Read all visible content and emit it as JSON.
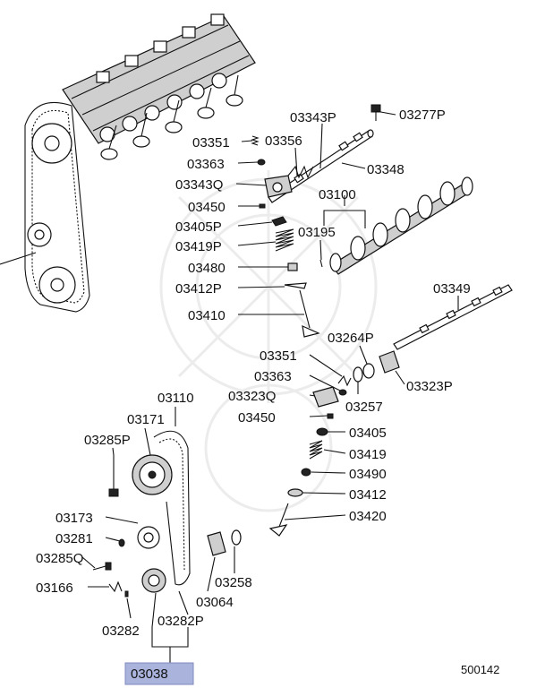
{
  "labels": {
    "l03343P": "03343P",
    "l03277P": "03277P",
    "l03351a": "03351",
    "l03356": "03356",
    "l03363a": "03363",
    "l03348": "03348",
    "l03343Q": "03343Q",
    "l03450a": "03450",
    "l03100": "03100",
    "l03405P": "03405P",
    "l03195": "03195",
    "l03419P": "03419P",
    "l03480": "03480",
    "l03412P": "03412P",
    "l03349": "03349",
    "l03410": "03410",
    "l03264P": "03264P",
    "l03351b": "03351",
    "l03363b": "03363",
    "l03323Q": "03323Q",
    "l03323P": "03323P",
    "l03257": "03257",
    "l03450b": "03450",
    "l03405": "03405",
    "l03419": "03419",
    "l03490": "03490",
    "l03412": "03412",
    "l03420": "03420",
    "l03110": "03110",
    "l03171": "03171",
    "l03285P": "03285P",
    "l03173": "03173",
    "l03281": "03281",
    "l03285Q": "03285Q",
    "l03166": "03166",
    "l03258": "03258",
    "l03064": "03064",
    "l03282": "03282",
    "l03282P": "03282P",
    "l03038": "03038"
  },
  "diagram_id": "500142",
  "highlight_color": "#a9b3dc"
}
